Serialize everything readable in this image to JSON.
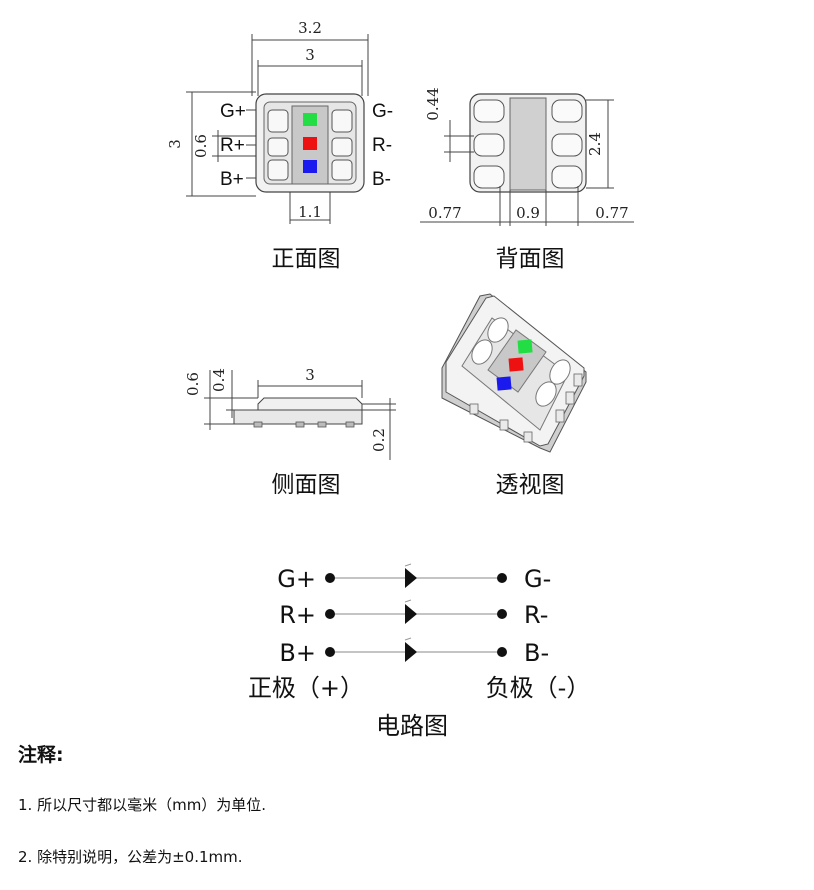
{
  "front_view": {
    "caption": "正面图",
    "dim_total_width": "3.2",
    "dim_body_width": "3",
    "dim_height": "3",
    "dim_pitch": "0.6",
    "dim_pad_width": "1.1",
    "pins_left": [
      "G+",
      "R+",
      "B+"
    ],
    "pins_right": [
      "G-",
      "R-",
      "B-"
    ]
  },
  "back_view": {
    "caption": "背面图",
    "dim_pad_height": "0.44",
    "dim_span": "2.4",
    "dim_left": "0.77",
    "dim_center": "0.9",
    "dim_right": "0.77"
  },
  "side_view": {
    "caption": "侧面图",
    "dim_total_height": "0.6",
    "dim_body_height": "0.4",
    "dim_width": "3",
    "dim_base": "0.2"
  },
  "perspective_view": {
    "caption": "透视图"
  },
  "circuit": {
    "caption": "电路图",
    "left_pins": [
      "G+",
      "R+",
      "B+"
    ],
    "right_pins": [
      "G-",
      "R-",
      "B-"
    ],
    "positive_label": "正极（+）",
    "negative_label": "负极（-）"
  },
  "notes": {
    "title": "注释:",
    "lines": [
      "1. 所以尺寸都以毫米（mm）为单位.",
      "2. 除特别说明，公差为±0.1mm."
    ]
  },
  "colors": {
    "green": "#22dd44",
    "red": "#ee1111",
    "blue": "#1a1aee",
    "body": "#dcdcdc",
    "line": "#333333"
  }
}
